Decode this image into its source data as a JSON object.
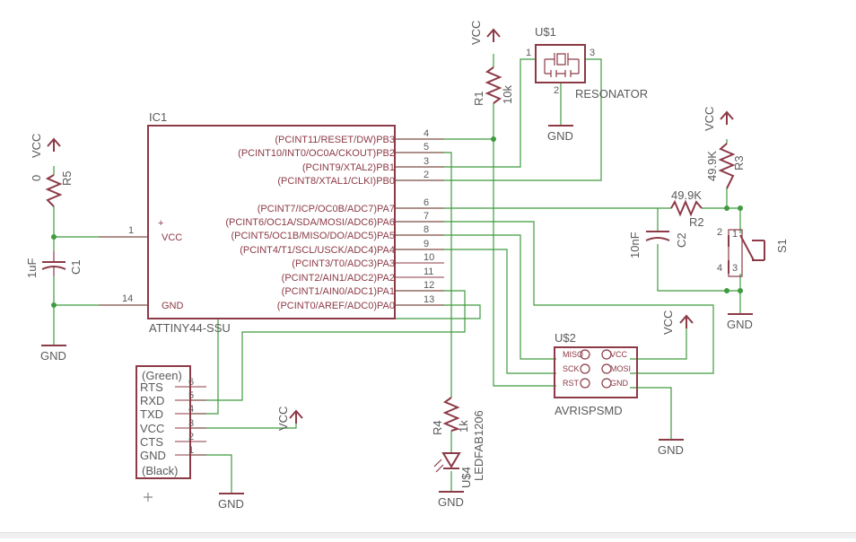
{
  "components": {
    "ic1": {
      "ref": "IC1",
      "value": "ATTINY44-SSU",
      "vcc_label": "VCC",
      "gnd_label": "GND",
      "plus": "+",
      "left_pins": [
        {
          "num": "1"
        },
        {
          "num": "14"
        }
      ],
      "right_pins": [
        {
          "name": "(PCINT11/RESET/DW)PB3",
          "num": "4"
        },
        {
          "name": "(PCINT10/INT0/OC0A/CKOUT)PB2",
          "num": "5"
        },
        {
          "name": "(PCINT9/XTAL2)PB1",
          "num": "3"
        },
        {
          "name": "(PCINT8/XTAL1/CLKI)PB0",
          "num": "2"
        },
        {
          "name": "(PCINT7/ICP/OC0B/ADC7)PA7",
          "num": "6"
        },
        {
          "name": "(PCINT6/OC1A/SDA/MOSI/ADC6)PA6",
          "num": "7"
        },
        {
          "name": "(PCINT5/OC1B/MISO/DO/ADC5)PA5",
          "num": "8"
        },
        {
          "name": "(PCINT4/T1/SCL/USCK/ADC4)PA4",
          "num": "9"
        },
        {
          "name": "(PCINT3/T0/ADC3)PA3",
          "num": "10"
        },
        {
          "name": "(PCINT2/AIN1/ADC2)PA2",
          "num": "11"
        },
        {
          "name": "(PCINT1/AIN0/ADC1)PA1",
          "num": "12"
        },
        {
          "name": "(PCINT0/AREF/ADC0)PA0",
          "num": "13"
        }
      ]
    },
    "r5": {
      "ref": "R5",
      "value": "0"
    },
    "c1": {
      "ref": "C1",
      "value": "1uF"
    },
    "r1": {
      "ref": "R1",
      "value": "10k"
    },
    "u1": {
      "ref": "U$1",
      "value": "RESONATOR",
      "pin1": "1",
      "pin2": "2",
      "pin3": "3"
    },
    "r3": {
      "ref": "R3",
      "value": "49.9K"
    },
    "r2": {
      "ref": "R2",
      "value": "49.9K"
    },
    "c2": {
      "ref": "C2",
      "value": "10nF"
    },
    "s1": {
      "ref": "S1",
      "pin1": "1",
      "pin2": "2",
      "pin3": "3",
      "pin4": "4"
    },
    "u2": {
      "ref": "U$2",
      "value": "AVRISPSMD",
      "left": [
        "MISO",
        "SCK",
        "RST"
      ],
      "right": [
        "VCC",
        "MOSI",
        "GND"
      ]
    },
    "r4": {
      "ref": "R4",
      "value": "1k"
    },
    "led": {
      "ref": "U$4",
      "value": "LEDFAB1206"
    },
    "ftdi": {
      "top": "(Green)",
      "bottom": "(Black)",
      "pins": [
        {
          "name": "RTS",
          "num": "6"
        },
        {
          "name": "RXD",
          "num": "5"
        },
        {
          "name": "TXD",
          "num": "4"
        },
        {
          "name": "VCC",
          "num": "3"
        },
        {
          "name": "CTS",
          "num": "2"
        },
        {
          "name": "GND",
          "num": "1"
        }
      ]
    }
  },
  "supplies": {
    "vcc": "VCC",
    "gnd": "GND"
  }
}
